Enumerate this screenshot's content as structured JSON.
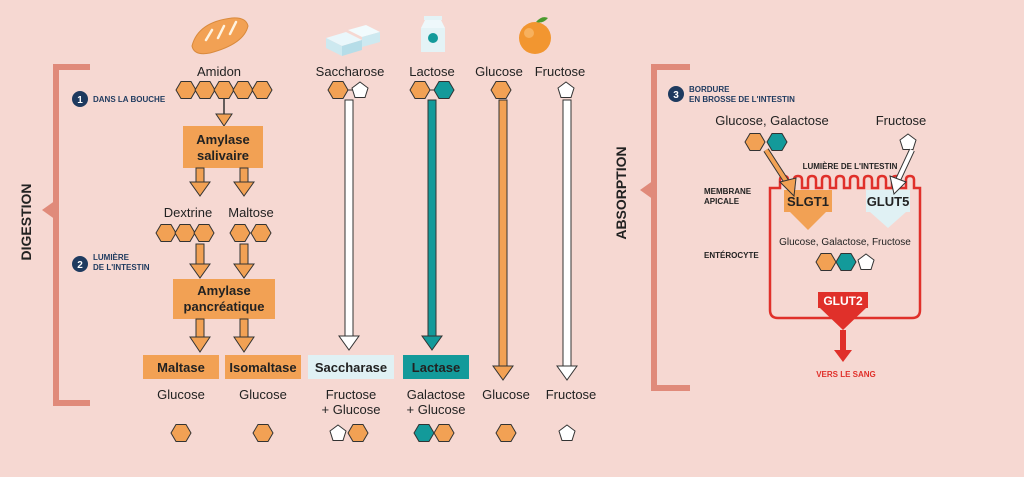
{
  "colors": {
    "background": "#f6d8d2",
    "orange": "#f2a154",
    "teal": "#139a9a",
    "white": "#ffffff",
    "navy": "#1e3a5f",
    "red": "#e0302a",
    "bracket": "#e08a7a",
    "enzymeBoxAlt": "#e0f1f4"
  },
  "icons": [
    "bread-icon",
    "sugar-cubes-icon",
    "milk-carton-icon",
    "orange-fruit-icon"
  ],
  "sections": {
    "digestion": "DIGESTION",
    "absorption": "ABSORPTION"
  },
  "steps": {
    "step1": {
      "num": "1",
      "label": "DANS LA BOUCHE"
    },
    "step2": {
      "num": "2",
      "line1": "LUMIÈRE",
      "line2": "DE L'INTESTIN"
    },
    "step3": {
      "num": "3",
      "line1": "BORDURE",
      "line2": "EN BROSSE DE L'INTESTIN"
    }
  },
  "sugars": {
    "amidon": "Amidon",
    "saccharose": "Saccharose",
    "lactose": "Lactose",
    "glucose": "Glucose",
    "fructose": "Fructose",
    "dextrine": "Dextrine",
    "maltose": "Maltose"
  },
  "enzymes": {
    "amylaseSalivaire": {
      "line1": "Amylase",
      "line2": "salivaire"
    },
    "amylasePancreatique": {
      "line1": "Amylase",
      "line2": "pancréatique"
    },
    "maltase": "Maltase",
    "isomaltase": "Isomaltase",
    "saccharase": "Saccharase",
    "lactase": "Lactase"
  },
  "products": {
    "p1": "Glucose",
    "p2": "Glucose",
    "p3": {
      "line1": "Fructose",
      "line2": "+ Glucose"
    },
    "p4": {
      "line1": "Galactose",
      "line2": "+ Glucose"
    },
    "p5": "Glucose",
    "p6": "Fructose"
  },
  "absorption": {
    "glucoseGalactose": "Glucose, Galactose",
    "fructose": "Fructose",
    "lumiere": "LUMIÈRE DE L'INTESTIN",
    "membrane": {
      "line1": "MEMBRANE",
      "line2": "APICALE"
    },
    "slgt1": "SLGT1",
    "glut5": "GLUT5",
    "enterocyte": "ENTÉROCYTE",
    "inside": "Glucose, Galactose, Fructose",
    "glut2": "GLUT2",
    "versLeSang": "VERS LE SANG"
  }
}
